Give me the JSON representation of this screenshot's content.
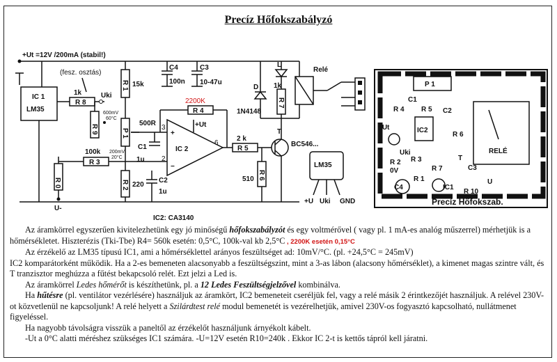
{
  "title": "Precíz Hőfokszabályzó",
  "schematic": {
    "supply": "+Ut =12V /200mA (stabil!)",
    "ic1": [
      "IC 1",
      "LM35"
    ],
    "fesz_osztas": "(fesz. osztás)",
    "r8": "R 8",
    "r8_val": "1k",
    "uki": "Uki",
    "r9": "R 9",
    "v600": [
      "600mV",
      "60°C"
    ],
    "v200": [
      "200mV",
      "20°C"
    ],
    "r3": "R 3",
    "r3_val": "100k",
    "r0": "R 0",
    "u_minus": "U-",
    "r1": "R 1",
    "r1_val": "15k",
    "p1": "P 1",
    "p1_val": "500R",
    "r2": "R 2",
    "r2_val": "220",
    "c4": "C4",
    "c4_val": "100n",
    "c3": "C3",
    "c3_val": "10-47u",
    "r4": "R 4",
    "r4_red": "2200K",
    "c1": "C1",
    "c1_val": "1u",
    "c2": "C2",
    "c2_val": "1u",
    "ic2": "IC 2",
    "ic2_note": "IC2: CA3140",
    "plus_ut": "+Ut",
    "pin6": "6",
    "pin2": "2",
    "pin3": "3",
    "r5": "R 5",
    "r5_val": "2 k",
    "r6": "R 6",
    "r6_val": "510",
    "led_l": "L",
    "r7": "R 7",
    "r7_val": "1k",
    "diode": "D",
    "diode_val": "1N4148",
    "rele": "Relé",
    "transistor": "T",
    "transistor_val": "BC546...",
    "lm35_pkg": "LM35",
    "pins": [
      "+U",
      "Uki",
      "GND"
    ]
  },
  "pcb": {
    "labels": [
      "P 1",
      "C1",
      "R 5",
      "C2",
      "R 4",
      "+Ut",
      "IC2",
      "R 6",
      "R 3",
      "Uki",
      "RELÉ",
      "R 2",
      "R 7",
      "T",
      "C3",
      "0V",
      "R 1",
      "C4",
      "IC1",
      "R 10",
      "U"
    ],
    "footer": "Precíz Hőfokszab."
  },
  "description": {
    "p1_a": "Az áramkörrel egyszerűen kivitelezhetünk egy jó minőségű ",
    "p1_em": "hőfokszabályzót",
    "p1_b": " és egy voltmérővel ( vagy pl. 1 mA-es analóg műszerrel) mérhetjük is a hőmérsékletet.  Hiszterézis (Tki-Tbe) R4= 560k esetén: 0,5°C,  100k-val kb 2,5°C",
    "p1_note": " , 2200K esetén 0,15°C",
    "p2": "Az érzékelő az LM35 típusú IC1, ami a hőmérséklettel arányos feszültséget ad: 10mV/°C.  (pl.  +24,5°C = 245mV)",
    "p3": "IC2 komparátorként működik. Ha a 2-es bemeneten alacsonyabb a feszültségszint, mint a 3-as lábon (alacsony hőmérséklet), a kimenet magas szintre vált, és T tranzisztor meghúzza a fűtést bekapcsoló relét. Ezt jelzi a Led is.",
    "p4_a": "Az áramkörrel ",
    "p4_em1": "Ledes hőmérőt",
    "p4_b": " is készíthetünk, pl. a ",
    "p4_em2": "12 Ledes Feszültségjelzővel",
    "p4_c": " kombinálva.",
    "p5_a": "Ha ",
    "p5_em": "hűtésre",
    "p5_b": " (pl. ventilátor vezérlésére) használjuk az áramkört, IC2 bemeneteit cseréljük fel, vagy a relé másik 2 érintkezőjét használjuk.  A relével 230V-ot közvetlenül ne kapcsoljunk!  A relé helyett a ",
    "p5_em2": "Szilárdtest relé",
    "p5_c": " modul bemenetét is vezérelhetjük, amivel 230V-os fogyasztó kapcsolható, nullátmenet figyeléssel.",
    "p6": "Ha nagyobb távolságra visszük a paneltől az érzékelőt használjunk árnyékolt kábelt.",
    "p7": "-Ut a 0°C alatti méréshez szükséges IC1 számára.  -U=12V esetén R10=240k .  Ekkor IC 2-t is kettős tápról kell járatni."
  }
}
